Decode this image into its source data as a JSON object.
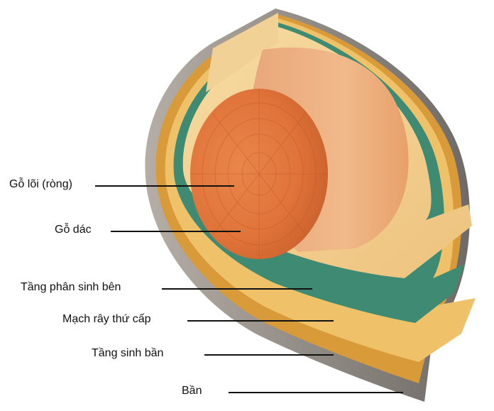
{
  "labels": {
    "heartwood": "Gỗ lõi (ròng)",
    "sapwood": "Gỗ dác",
    "vascular_cambium": "Tầng phân sinh bên",
    "secondary_phloem": "Mạch rây thứ cấp",
    "cork_cambium": "Tầng sinh bần",
    "cork": "Bần"
  },
  "colors": {
    "heartwood": "#e07a3c",
    "sapwood": "#f3cf8a",
    "cambium": "#3e8a72",
    "phloem": "#efc26a",
    "cork_cambium": "#d99a3a",
    "cork": "#8f8a85",
    "line": "#111111"
  }
}
